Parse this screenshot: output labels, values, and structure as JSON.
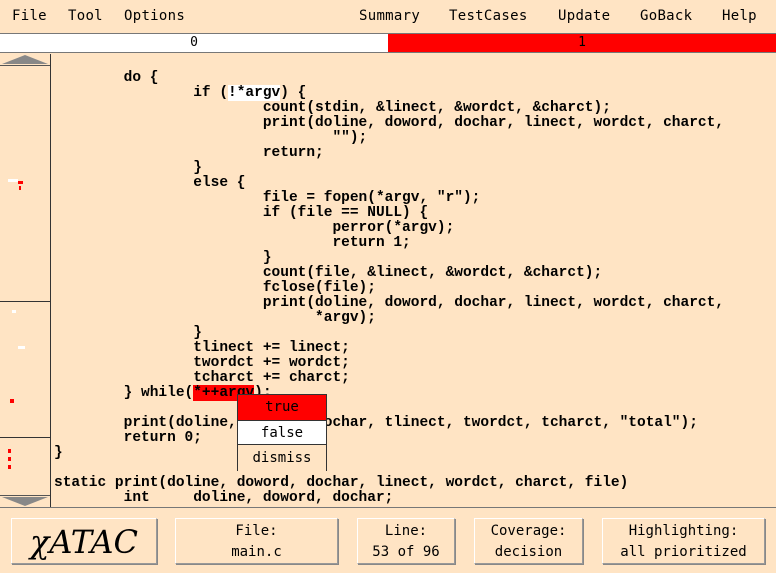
{
  "menubar": {
    "left": [
      "File",
      "Tool",
      "Options"
    ],
    "right": [
      "Summary",
      "TestCases",
      "Update",
      "GoBack",
      "Help"
    ]
  },
  "coverage_bar": {
    "left_label": "0",
    "right_label": "1"
  },
  "code": {
    "lines": [
      "        do {",
      "                if (!*argv) {",
      "                        count(stdin, &linect, &wordct, &charct);",
      "                        print(doline, doword, dochar, linect, wordct, charct,",
      "                                \"\");",
      "                        return;",
      "                }",
      "                else {",
      "                        file = fopen(*argv, \"r\");",
      "                        if (file == NULL) {",
      "                                perror(*argv);",
      "                                return 1;",
      "                        }",
      "                        count(file, &linect, &wordct, &charct);",
      "                        fclose(file);",
      "                        print(doline, doword, dochar, linect, wordct, charct,",
      "                              *argv);",
      "                }",
      "                tlinect += linect;",
      "                twordct += wordct;",
      "                tcharct += charct;",
      "        } while(*++argv);",
      "",
      "        print(doline, doword, dochar, tlinect, twordct, tcharct, \"total\");",
      "        return 0;",
      "}",
      "",
      "static print(doline, doword, dochar, linect, wordct, charct, file)",
      "        int     doline, doword, dochar;"
    ]
  },
  "popup": {
    "items": [
      "true",
      "false",
      "dismiss"
    ]
  },
  "status": {
    "logo": "χATAC",
    "file_label": "File:",
    "file_value": "main.c",
    "line_label": "Line:",
    "line_value": "53 of 96",
    "coverage_label": "Coverage:",
    "coverage_value": "decision",
    "highlight_label": "Highlighting:",
    "highlight_value": "all prioritized"
  },
  "colors": {
    "background": "#ffe4c4",
    "uncovered": "#ff0000",
    "covered": "#ffffff"
  }
}
